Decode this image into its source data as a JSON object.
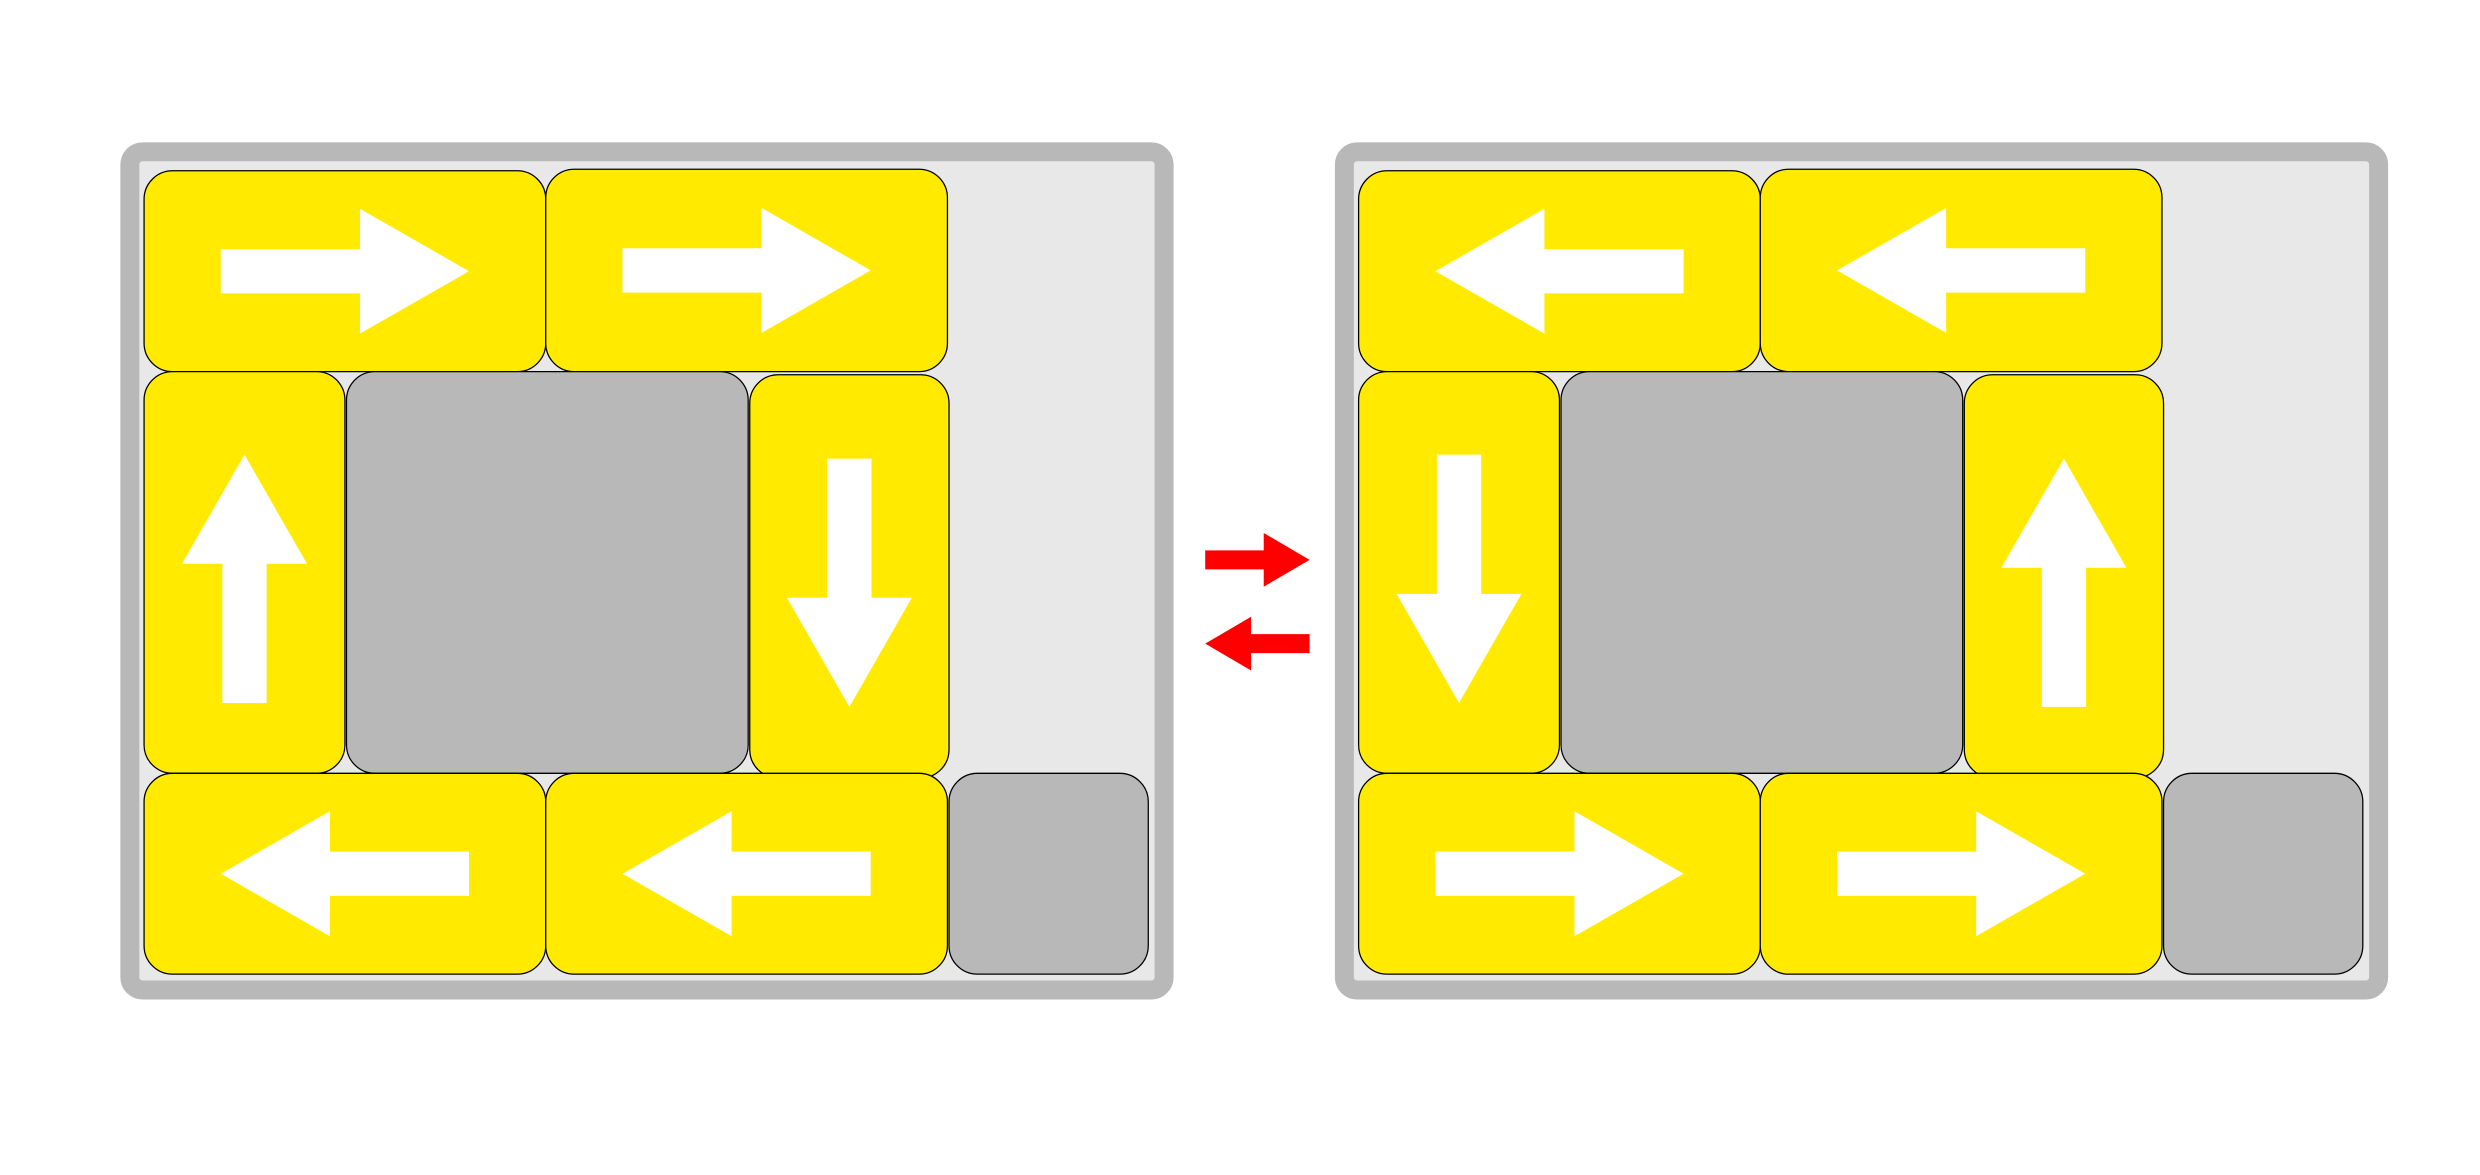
{
  "colors": {
    "frame": "#b8b8b8",
    "board": "#e8e8e8",
    "block_yellow": "#ffea00",
    "block_gray": "#b8b8b8",
    "arrow_white": "#ffffff",
    "transition_arrow": "#ff0000"
  },
  "panels": [
    {
      "name": "before",
      "blocks": [
        {
          "kind": "yellow",
          "arrow": "right"
        },
        {
          "kind": "yellow",
          "arrow": "right"
        },
        {
          "kind": "yellow",
          "arrow": "up"
        },
        {
          "kind": "gray",
          "arrow": null
        },
        {
          "kind": "yellow",
          "arrow": "down"
        },
        {
          "kind": "yellow",
          "arrow": "left"
        },
        {
          "kind": "yellow",
          "arrow": "left"
        },
        {
          "kind": "gray",
          "arrow": null
        }
      ]
    },
    {
      "name": "after",
      "blocks": [
        {
          "kind": "yellow",
          "arrow": "left"
        },
        {
          "kind": "yellow",
          "arrow": "left"
        },
        {
          "kind": "yellow",
          "arrow": "down"
        },
        {
          "kind": "gray",
          "arrow": null
        },
        {
          "kind": "yellow",
          "arrow": "up"
        },
        {
          "kind": "yellow",
          "arrow": "right"
        },
        {
          "kind": "yellow",
          "arrow": "right"
        },
        {
          "kind": "gray",
          "arrow": null
        }
      ]
    }
  ],
  "transition_arrows": [
    "right",
    "left"
  ]
}
